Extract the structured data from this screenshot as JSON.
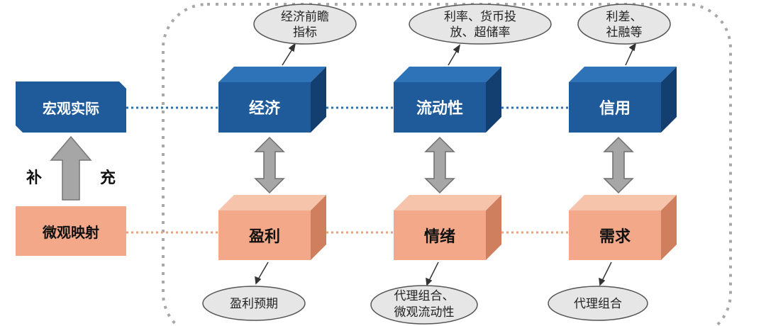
{
  "colors": {
    "blue_front": "#1f5a9a",
    "blue_top": "#2e73b8",
    "blue_side": "#123e70",
    "orange_front": "#f2a889",
    "orange_top": "#f6c3ab",
    "orange_side": "#d07f5e",
    "blue_dots": "#2e6fb0",
    "orange_dots": "#e9a27e",
    "arrow_fill": "#a6a6a6",
    "ellipse_fill": "#e6e6e6"
  },
  "left": {
    "macro_label": "宏观实际",
    "micro_label": "微观映射",
    "supplement_left": "补",
    "supplement_right": "充"
  },
  "blocks": {
    "economy": "经济",
    "liquidity": "流动性",
    "credit": "信用",
    "profit": "盈利",
    "sentiment": "情绪",
    "demand": "需求"
  },
  "bubbles": {
    "economy_line1": "经济前瞻",
    "economy_line2": "指标",
    "liquidity_line1": "利率、货币投",
    "liquidity_line2": "放、超储率",
    "credit_line1": "利差、",
    "credit_line2": "社融等",
    "profit_line1": "盈利预期",
    "sentiment_line1": "代理组合、",
    "sentiment_line2": "微观流动性",
    "demand_line1": "代理组合"
  }
}
